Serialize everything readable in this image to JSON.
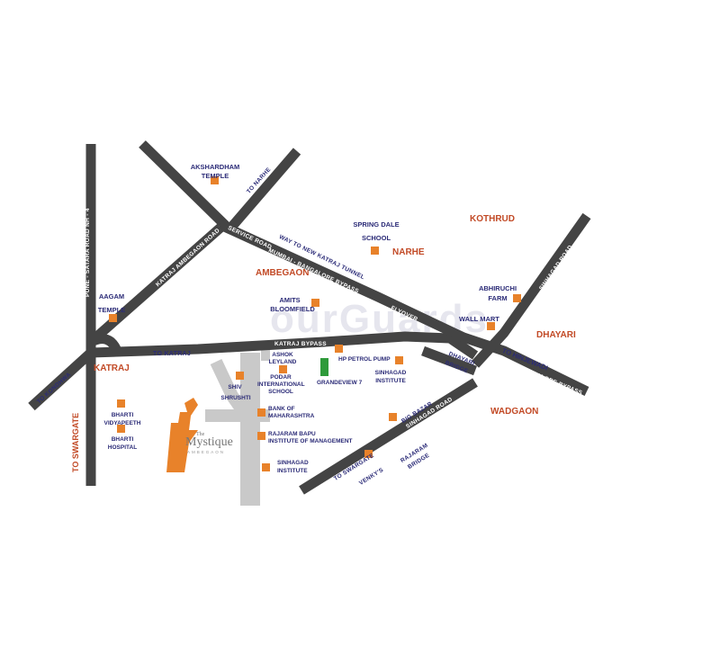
{
  "watermark": "ourGuards",
  "project": {
    "brand": "Mystique",
    "prefix": "The",
    "sub": "AMBEGAON"
  },
  "areas": {
    "kothrud": "KOTHRUD",
    "narhe": "NARHE",
    "ambegaon": "AMBEGAON",
    "dhayari": "DHAYARI",
    "wadgaon": "WADGAON",
    "katraj": "KATRAJ"
  },
  "landmarks": {
    "akshardham": "AKSHARDHAM TEMPLE",
    "spring_dale": "SPRING DALE",
    "spring_dale_2": "SCHOOL",
    "aagam": "AAGAM",
    "aagam_2": "TEMPLE",
    "amits": "AMITS",
    "amits_2": "BLOOMFIELD",
    "abhiruchi": "ABHIRUCHI",
    "abhiruchi_2": "FARM",
    "wall_mart": "WALL MART",
    "hp_pump": "HP PETROL PUMP",
    "ashok": "ASHOK",
    "ashok_2": "LEYLAND",
    "podar": "PODAR",
    "podar_2": "INTERNATIONAL",
    "podar_3": "SCHOOL",
    "grandeview": "GRANDEVIEW 7",
    "sinhagad_inst": "SINHAGAD",
    "sinhagad_inst_2": "INSTITUTE",
    "shiv": "SHIV",
    "shiv_2": "SHRUSHTI",
    "bank": "BANK OF",
    "bank_2": "MAHARASHTRA",
    "rajaram": "RAJARAM BAPU",
    "rajaram_2": "INSTITUTE OF MANAGEMENT",
    "sinhagad2": "SINHAGAD",
    "sinhagad2_2": "INSTITUTE",
    "bharti_v": "BHARTI",
    "bharti_v_2": "VIDYAPEETH",
    "bharti_h": "BHARTI",
    "bharti_h_2": "HOSPITAL",
    "big_bazar": "BIG BAZAR",
    "venkys": "VENKY'S",
    "rajaram_bridge": "RAJARAM",
    "rajaram_bridge_2": "BRIDGE",
    "dhayari_bridge": "DHAYARI",
    "dhayari_bridge_2": "BRIDGE"
  },
  "roads": {
    "pune_satara": "PUNE - SATARA ROAD NH - 4",
    "to_kondhwa": "TO KONDHWA",
    "to_swargate": "TO SWARGATE",
    "to_swargate2": "TO SWARGATE",
    "to_katraj": "TO KATRAJ",
    "katraj_bypass": "KATRAJ  BYPASS",
    "to_narhe": "TO NARHE",
    "katraj_ambegaon": "KATRAJ AMBEGAON ROAD",
    "service_road": "SERVICE ROAD",
    "mumbai_bypass": "MUMBAI - BANGALORE BYPASS",
    "way_tunnel": "WAY TO NEW KATRAJ TUNNEL",
    "flyover": "FLYOVER",
    "sinhagad_road_top": "SINHAGAD ROAD",
    "sinhagad_road": "SINHAGAD ROAD",
    "to_hinjewadi": "TO HINJEWADI",
    "mumbai_bypass2": "MUMBAI - BANGALORE BYPASS"
  }
}
